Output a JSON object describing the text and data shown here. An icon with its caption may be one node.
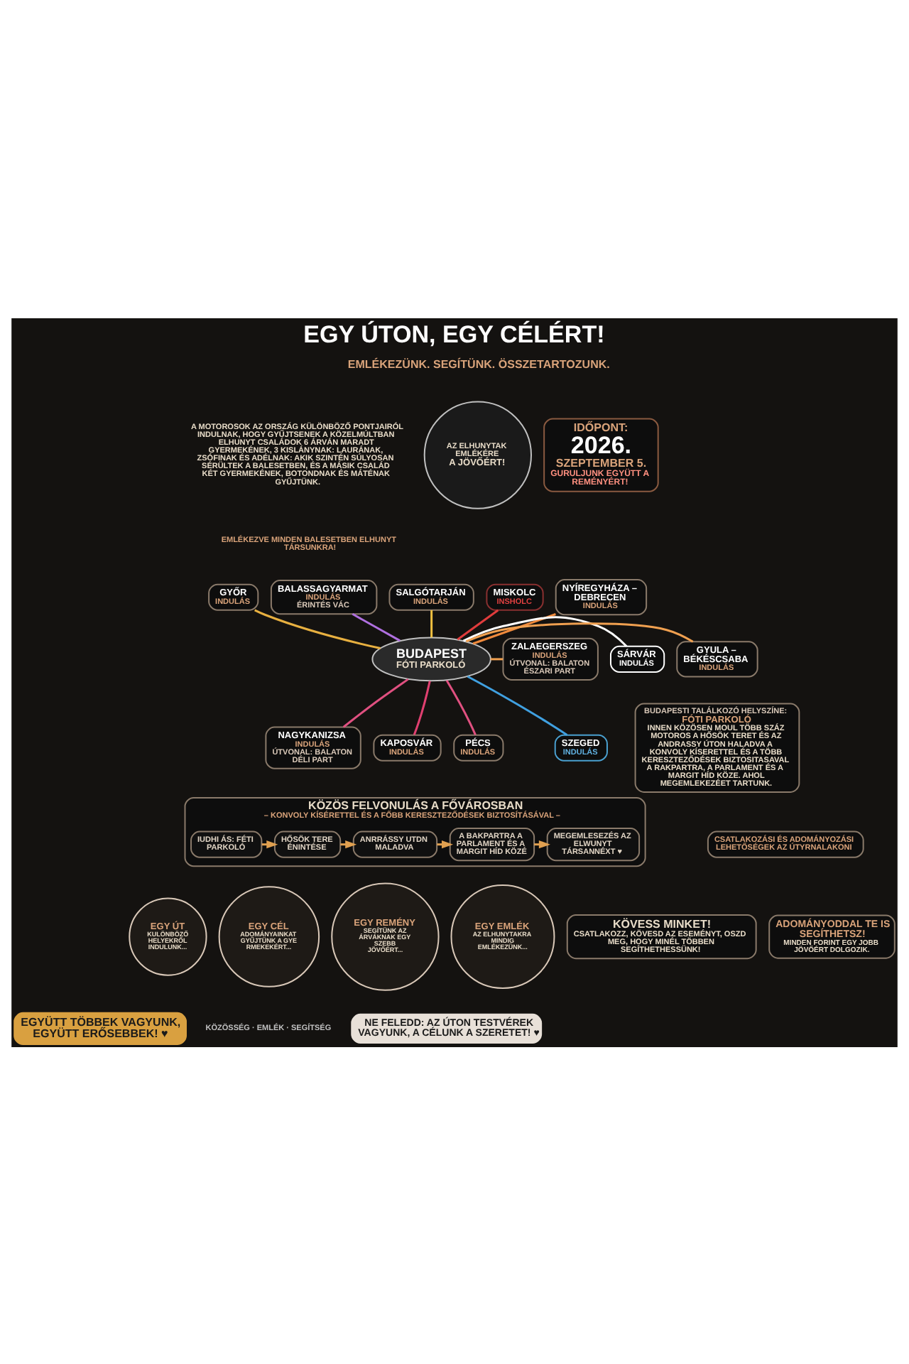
{
  "diagram": {
    "title": "EGY ÚTON, EGY CÉLÉRT!",
    "nodes": [
      {
        "text": [
          "BUDAPESTI TALÁLKOZÓ HELYSZÍNE:",
          "FÓTI PARKOLÓ",
          "INNEN KÖZÖSEN MOUL TÖBB SZÁZ MOTOROS A HŐSÖK TERET ÉS AZ ANDRASSY ÚTON HALADVA A KONVOLY KÍSERETTEL ÉS A TÖBB KERESZTEZŐDÉSEK BIZTOSITASAVAL A RAKPARTRA, A PARLAMENT ÉS A MARGIT HÍD KÖZE. AHOL MEGEMLEKEZÉET TARTUNK."
        ]
      },
      {
        "text": [
          "GYŐR",
          "INDULÁS"
        ]
      },
      {
        "text": [
          "BALASSAGYARMAT",
          "INDULÁS",
          "ÉRINTÉS VÁC"
        ]
      },
      {
        "text": [
          "SALGÓTARJÁN",
          "INDULÁS"
        ]
      },
      {
        "text": [
          "MISKOLC",
          "INSHOLC"
        ]
      },
      {
        "text": [
          "NYÍREGYHÁZA – DEBRECEN",
          "INDULÁS"
        ]
      },
      {
        "text": [
          "ZALAEGERSZEG",
          "INDULÁS",
          "ÚTVONAL: BALATON ÉSZARI PART"
        ]
      },
      {
        "text": [
          "SÁRVÁR",
          "INDULÁS"
        ]
      },
      {
        "text": [
          "GYULA – BÉKÉSCSABA",
          "INDULÁS"
        ]
      },
      {
        "text": [
          "NAGYKANIZSA",
          "INDULÁS",
          "ÚTVONAL: BALATON DÉLI PART"
        ]
      },
      {
        "text": [
          "KAPOSVÁR",
          "INDULÁS"
        ]
      },
      {
        "text": [
          "PÉCS",
          "INDULÁS"
        ]
      },
      {
        "text": [
          "SZEGED",
          "INDULÁS"
        ]
      },
      {
        "text": [
          "KÖZÖS FELVONULÁS A FŐVÁROSBAN",
          "– KONVOLY KÍSÉRETTEL ÉS A FŐBB KERESZTEZŐDÉSEK BIZTOSÍTÁSÁVAL –"
        ]
      },
      {
        "text": [
          "IUDHI ÁS: FÉTI PARKOLÓ"
        ],
        "in": 13
      },
      {
        "text": [
          "HŐSÖK TERE ÉNINTÉSE"
        ],
        "in": 13
      },
      {
        "text": [
          "ANRRÁSSY UTDN MALADVA"
        ],
        "in": 13
      },
      {
        "text": [
          "A BAKPARTRA A PARLAMENT ÉS A MARGIT HÍD KÖZÉ"
        ],
        "in": 13
      },
      {
        "text": [
          "MEGEMLESEZÉS AZ ELWUNYT TÁRSANNÉXT ♥"
        ],
        "in": 13
      },
      {
        "text": [
          "IDŐPONT:",
          "2026.",
          "SZEPTEMBER 5.",
          "GURULJUNK EGYÜTT A REMÉNYÉRT!"
        ]
      },
      {
        "text": [
          "BUDAPEST",
          "FÓTI PARKOLÓ"
        ]
      },
      {
        "text": [
          "CSATLAKOZÁSI ÉS ADOMÁNYOZÁSI LEHETŐSÉGEK AZ ÚTYRNALAKONI"
        ]
      },
      {
        "text": [
          "ADOMÁNYODDAL TE IS SEGÍTHETSZ!",
          "MINDEN FORINT EGY JOBB JÖVŐÉRT DOLGOZIK."
        ]
      },
      {
        "text": [
          "EGY ÚT",
          "KULÖNBÖZŐ HELYEKRŐL INDULUNK..."
        ]
      },
      {
        "text": [
          "EGY CÉL",
          "ADOMÁNYAINKAT GYŰJTÜNK A GYERMEKEKÉRT..."
        ]
      },
      {
        "text": [
          "EGY REMÉNY",
          "SEGÍTÜNK AZ ÁRVÁKNAK EGY SZEBB JÖVŐÉRT..."
        ]
      },
      {
        "text": [
          "EGY EMLÉK",
          "AZ ELHUNYTAKRA MINDIG EMLÉKEZÜNK..."
        ]
      },
      {
        "text": [
          "KÖVESS MINKET!",
          "CSATLAKOZZ, KÖVESD AZ ESEMÉNYT, OSZD MEG, HOGY MINÉL TÖBBEN SEGÍTHETHESSÜNK!"
        ]
      },
      {
        "text": [
          "EGYÜTT TÖBBEK VAGYUNK, EGYÜTT ERŐSEBBEK! ♥"
        ]
      },
      {
        "text": [
          "NE FELEDD: AZ ÚTON TESTVÉREK VAGYUNK, A CÉLUNK A SZERETET! ♥"
        ]
      },
      {
        "text": [
          "AZ ELHUNYTAK EMLÉKÉRE",
          "A JÖVŐÉRT!"
        ]
      }
    ],
    "edges": [
      {
        "from": 1,
        "to": 20,
        "arrow": "none",
        "color": "#e8b040"
      },
      {
        "from": 2,
        "to": 20,
        "arrow": "none",
        "color": "#b070e0"
      },
      {
        "from": 3,
        "to": 20,
        "arrow": "none",
        "color": "#f0c040"
      },
      {
        "from": 4,
        "to": 20,
        "arrow": "none",
        "color": "#e03c3c"
      },
      {
        "from": 5,
        "to": 20,
        "arrow": "none",
        "color": "#f08a3c"
      },
      {
        "from": 6,
        "to": 20,
        "arrow": "none",
        "color": "#f0a050"
      },
      {
        "from": 7,
        "to": 20,
        "arrow": "none",
        "color": "#ffffff"
      },
      {
        "from": 8,
        "to": 20,
        "arrow": "none",
        "color": "#f0a050"
      },
      {
        "from": 9,
        "to": 20,
        "arrow": "none",
        "color": "#e05080"
      },
      {
        "from": 10,
        "to": 20,
        "arrow": "none",
        "color": "#e04070"
      },
      {
        "from": 11,
        "to": 20,
        "arrow": "none",
        "color": "#e05080"
      },
      {
        "from": 12,
        "to": 20,
        "arrow": "none",
        "color": "#40a0e0"
      },
      {
        "from": 14,
        "to": 15,
        "arrow": "to",
        "color": "#e0a050"
      },
      {
        "from": 15,
        "to": 16,
        "arrow": "to",
        "color": "#e0a050"
      },
      {
        "from": 16,
        "to": 17,
        "arrow": "to",
        "color": "#e0a050"
      },
      {
        "from": 17,
        "to": 18,
        "arrow": "to",
        "color": "#e0a050"
      }
    ],
    "labels": [
      "EMLÉKEZÜNK. SEGÍTÜNK. ÖSSZETARTOZUNK.",
      "A MOTOROSOK AZ ORSZÁG KÜLÖNBÖZŐ PONTJAIRÓL INDULNAK, HOGY GYŰJTSENEK A KÖZELMÚLTBAN ELHUNYT CSALÁDOK 6 ÁRVÁN MARADT GYERMEKÉNEK, 3 KISLÁNYNAK: LAURÁNAK, ZSÓFINAK ÉS ADÉLNAK: AKIK SZINTÉN SÚLYOSAN SÉRÜLTEK A BALESETBEN, ÉS A MÁSIK CSALÁD KÉT GYERMEKÉNEK, BOTONDNAK ÉS MÁTÉNAK GYŰJTÜNK.",
      "EMLÉKEZVE MINDEN BALESETBEN ELHUNYT TÁRSUNKRA!",
      "KÖZÖSSÉG · EMLÉK · SEGÍTSÉG"
    ]
  }
}
